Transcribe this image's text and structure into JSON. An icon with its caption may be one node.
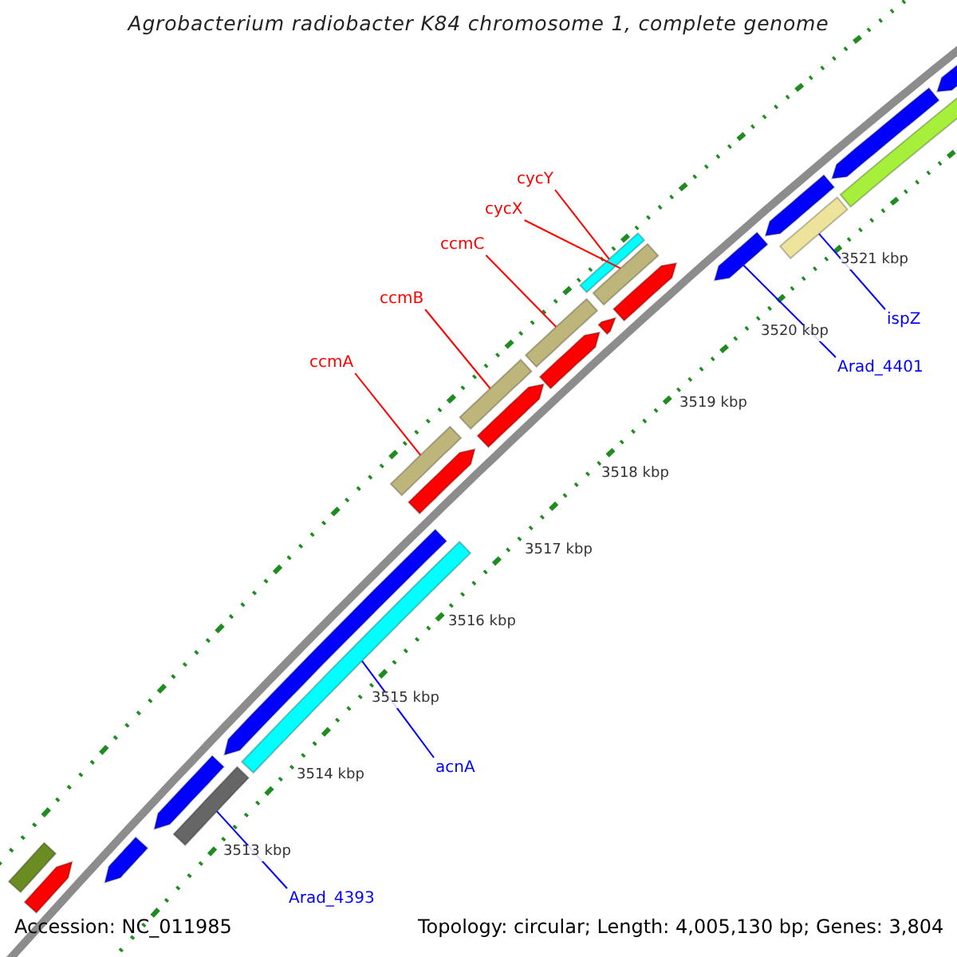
{
  "diagram": {
    "title": "Agrobacterium radiobacter K84 chromosome 1, complete genome",
    "nodes": [
      {
        "text": [
          "cycY"
        ]
      },
      {
        "text": [
          "cycX"
        ]
      },
      {
        "text": [
          "ccmC"
        ]
      },
      {
        "text": [
          "ccmB"
        ]
      },
      {
        "text": [
          "ccmA"
        ]
      },
      {
        "text": [
          "ispZ"
        ]
      },
      {
        "text": [
          "Arad_4401"
        ]
      },
      {
        "text": [
          "acnA"
        ]
      },
      {
        "text": [
          "Arad_4393"
        ]
      },
      {
        "text": [],
        "shape": "bar"
      },
      {
        "text": [],
        "shape": "bar"
      },
      {
        "text": [],
        "shape": "bar"
      },
      {
        "text": [],
        "shape": "bar"
      },
      {
        "text": [],
        "shape": "bar"
      },
      {
        "text": [],
        "shape": "bar"
      },
      {
        "text": [],
        "shape": "arrow"
      },
      {
        "text": [],
        "shape": "bar"
      },
      {
        "text": [],
        "shape": "bar"
      },
      {
        "text": [],
        "shape": "arrow"
      },
      {
        "text": [],
        "shape": "arrow"
      },
      {
        "text": [],
        "shape": "arrow"
      },
      {
        "text": [],
        "shape": "arrow"
      },
      {
        "text": [],
        "shape": "arrow"
      },
      {
        "text": [],
        "shape": "arrow"
      },
      {
        "text": [],
        "shape": "arrow"
      },
      {
        "text": [],
        "shape": "arrow"
      },
      {
        "text": [],
        "shape": "bar"
      },
      {
        "text": [],
        "shape": "arrow"
      },
      {
        "text": [],
        "shape": "arrow"
      },
      {
        "text": [],
        "shape": "arrow"
      },
      {
        "text": [],
        "shape": "bar"
      },
      {
        "text": [],
        "shape": "arrow"
      }
    ],
    "edges": [
      {
        "from": 0,
        "to": 9,
        "arrow": "none"
      },
      {
        "from": 1,
        "to": 10,
        "arrow": "none"
      },
      {
        "from": 2,
        "to": 11,
        "arrow": "none"
      },
      {
        "from": 3,
        "to": 12,
        "arrow": "none"
      },
      {
        "from": 4,
        "to": 13,
        "arrow": "none"
      },
      {
        "from": 5,
        "to": 14,
        "arrow": "none",
        "color": "#0000ff"
      },
      {
        "from": 6,
        "to": 15,
        "arrow": "none",
        "color": "#0000ff"
      },
      {
        "from": 7,
        "to": 16,
        "arrow": "none",
        "color": "#0000ff"
      },
      {
        "from": 8,
        "to": 17,
        "arrow": "none",
        "color": "#0000ff"
      }
    ],
    "labels": [
      "3521 kbp",
      "3520 kbp",
      "3519 kbp",
      "3518 kbp",
      "3517 kbp",
      "3516 kbp",
      "3515 kbp",
      "3514 kbp",
      "3513 kbp",
      "Accession: NC_011985",
      "Topology: circular; Length: 4,005,130 bp; Genes: 3,804"
    ]
  }
}
